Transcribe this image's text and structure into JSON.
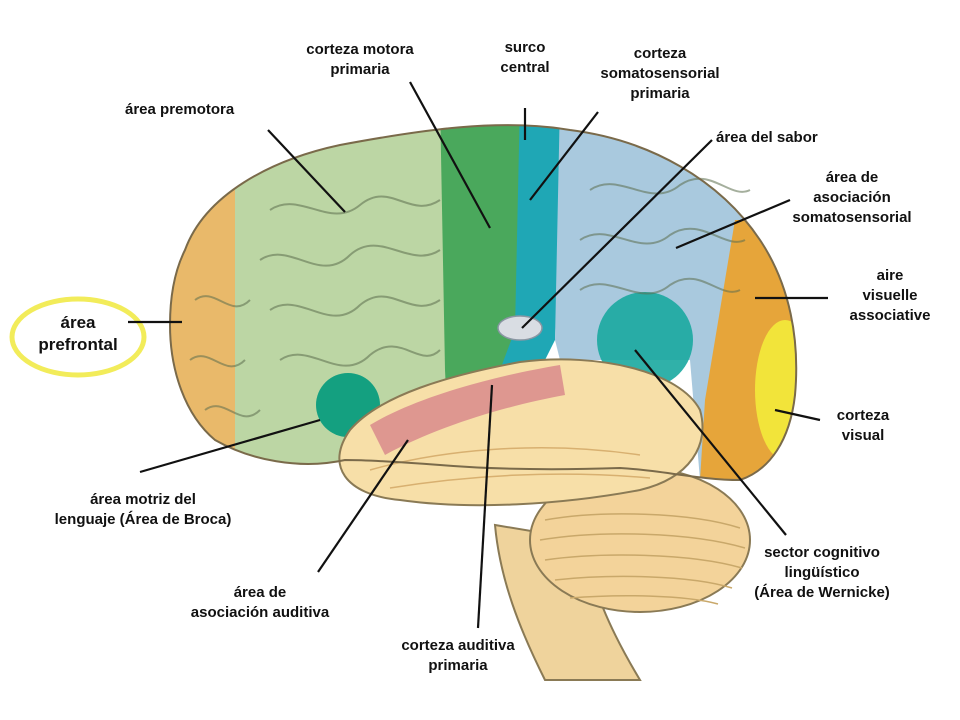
{
  "colors": {
    "prefrontal": "#e9b96a",
    "premotor": "#bcd6a4",
    "primary_motor": "#4aa85c",
    "central_sulcus_strip": "#1fa7b5",
    "somatosensory_association": "#a9c9de",
    "visual_association": "#e6a53a",
    "visual_cortex": "#f2e43a",
    "temporal": "#f7dfa8",
    "auditive": "#d98b8c",
    "broca": "#14a080",
    "wernicke": "#1aa8a0",
    "cerebellum": "#f3d39a",
    "highlight_ring": "#f2ec5a"
  },
  "labels": {
    "primary_motor": [
      "corteza motora",
      "primaria"
    ],
    "central_sulcus": [
      "surco",
      "central"
    ],
    "primary_somatosensory": [
      "corteza",
      "somatosensorial",
      "primaria"
    ],
    "premotor": [
      "área premotora"
    ],
    "taste": [
      "área del sabor"
    ],
    "somatosensory_association": [
      "área de",
      "asociación",
      "somatosensorial"
    ],
    "visual_association": [
      "aire",
      "visuelle",
      "associative"
    ],
    "prefrontal": [
      "área",
      "prefrontal"
    ],
    "visual_cortex": [
      "corteza",
      "visual"
    ],
    "broca": [
      "área motriz del",
      "lenguaje (Área de Broca)"
    ],
    "wernicke": [
      "sector cognitivo",
      "lingüístico",
      "(Área de Wernicke)"
    ],
    "auditory_association": [
      "área de",
      "asociación auditiva"
    ],
    "primary_auditory": [
      "corteza auditiva",
      "primaria"
    ]
  }
}
